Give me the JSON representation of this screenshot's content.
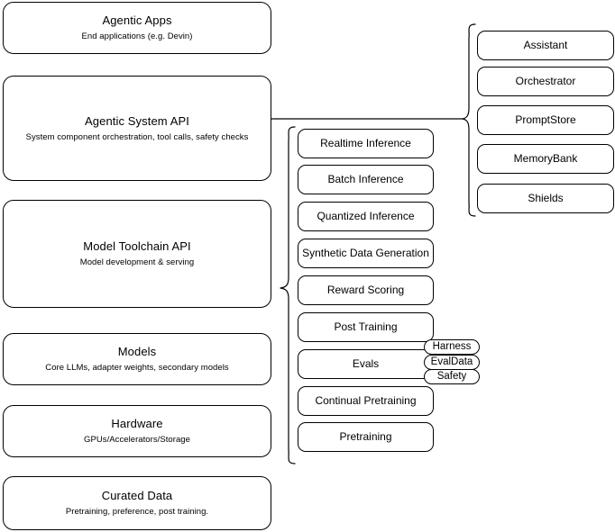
{
  "diagram": {
    "kind": "layered-stack-diagram",
    "background_color": "#ffffff",
    "stroke_color": "#000000",
    "layers": [
      {
        "id": "agentic-apps",
        "title": "Agentic Apps",
        "subtitle": "End applications (e.g. Devin)"
      },
      {
        "id": "agentic-system-api",
        "title": "Agentic System API",
        "subtitle": "System component orchestration, tool calls, safety checks"
      },
      {
        "id": "model-toolchain-api",
        "title": "Model Toolchain API",
        "subtitle": "Model development & serving"
      },
      {
        "id": "models",
        "title": "Models",
        "subtitle": "Core LLMs, adapter weights, secondary models"
      },
      {
        "id": "hardware",
        "title": "Hardware",
        "subtitle": "GPUs/Accelerators/Storage"
      },
      {
        "id": "curated-data",
        "title": "Curated Data",
        "subtitle": "Pretraining, preference, post training."
      }
    ],
    "toolchain_components": [
      {
        "id": "realtime-inference",
        "label": "Realtime Inference"
      },
      {
        "id": "batch-inference",
        "label": "Batch Inference"
      },
      {
        "id": "quantized-inference",
        "label": "Quantized Inference"
      },
      {
        "id": "synthetic-data-generation",
        "label": "Synthetic Data Generation"
      },
      {
        "id": "reward-scoring",
        "label": "Reward Scoring"
      },
      {
        "id": "post-training",
        "label": "Post Training"
      },
      {
        "id": "evals",
        "label": "Evals"
      },
      {
        "id": "continual-pretraining",
        "label": "Continual Pretraining"
      },
      {
        "id": "pretraining",
        "label": "Pretraining"
      }
    ],
    "system_components": [
      {
        "id": "assistant",
        "label": "Assistant"
      },
      {
        "id": "orchestrator",
        "label": "Orchestrator"
      },
      {
        "id": "promptstore",
        "label": "PromptStore"
      },
      {
        "id": "memorybank",
        "label": "MemoryBank"
      },
      {
        "id": "shields",
        "label": "Shields"
      }
    ],
    "eval_badges": [
      {
        "id": "harness",
        "label": "Harness"
      },
      {
        "id": "evaldata",
        "label": "EvalData"
      },
      {
        "id": "safety",
        "label": "Safety"
      }
    ]
  }
}
